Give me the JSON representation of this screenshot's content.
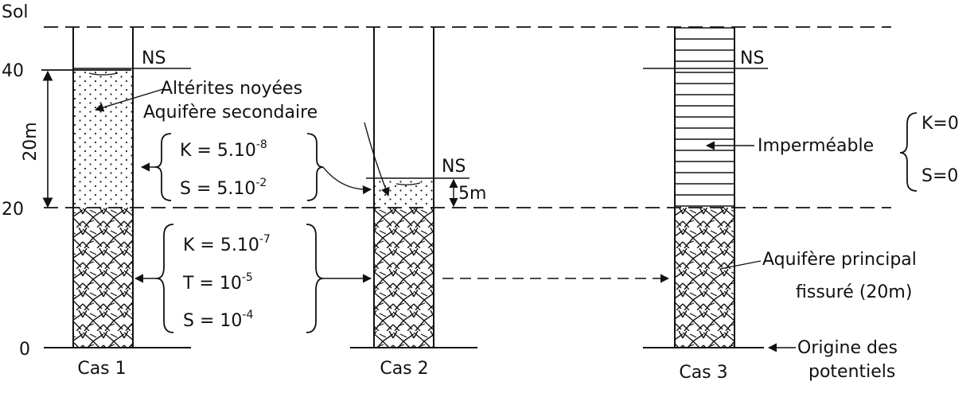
{
  "axis": {
    "ground": "Sol",
    "ticks": [
      "40",
      "20",
      "0"
    ],
    "thickness_20": "20m",
    "thickness_5": "5m"
  },
  "water_level": "NS",
  "cases": [
    "Cas 1",
    "Cas 2",
    "Cas 3"
  ],
  "secondary_aquifer": {
    "line1": "Altérites noyées",
    "line2": "Aquifère secondaire",
    "K_base": "K = 5.10",
    "K_exp": "-8",
    "S_base": "S = 5.10",
    "S_exp": "-2"
  },
  "main_params": {
    "K_base": "K = 5.10",
    "K_exp": "-7",
    "T_base": "T = 10",
    "T_exp": "-5",
    "S_base": "S = 10",
    "S_exp": "-4"
  },
  "impermeable": {
    "label": "Imperméable",
    "K": "K=0",
    "S": "S=0"
  },
  "main_aquifer": {
    "line1": "Aquifère principal",
    "line2": "fissuré (20m)"
  },
  "origin": {
    "line1": "Origine des",
    "line2": "potentiels"
  }
}
